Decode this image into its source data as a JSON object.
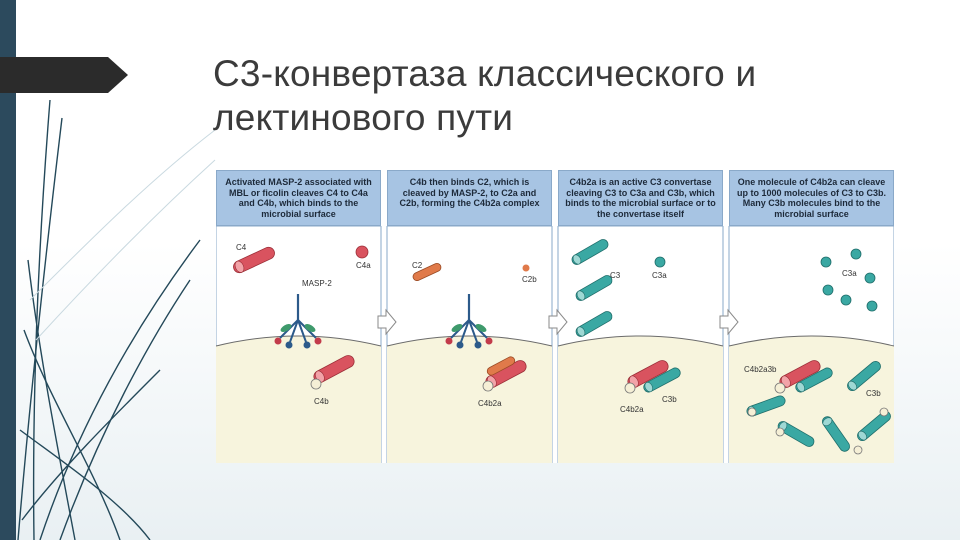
{
  "slide": {
    "title": "С3-конвертаза классического и лектинового пути"
  },
  "figure": {
    "panels": [
      {
        "header": "Activated MASP-2 associated with MBL or ficolin cleaves C4 to C4a and C4b, which binds to the microbial surface",
        "labels": {
          "c4": "C4",
          "c4a": "C4a",
          "masp2": "MASP-2",
          "c4b": "C4b"
        }
      },
      {
        "header": "C4b then binds C2, which is cleaved by MASP-2, to C2a and C2b, forming the C4b2a complex",
        "labels": {
          "c2": "C2",
          "c2b": "C2b",
          "c4b2a": "C4b2a"
        }
      },
      {
        "header": "C4b2a is an active C3 convertase cleaving C3 to C3a and C3b, which binds to the microbial surface or to the convertase itself",
        "labels": {
          "c3": "C3",
          "c3a": "C3a",
          "c3b": "C3b",
          "c4b2a": "C4b2a"
        }
      },
      {
        "header": "One molecule of C4b2a can cleave up to 1000 molecules of C3 to C3b. Many C3b molecules bind to the microbial surface",
        "labels": {
          "c3a": "C3a",
          "c4b2a3b": "C4b2a3b",
          "c3b": "C3b"
        }
      }
    ]
  },
  "colors": {
    "sidebar": "#2c4a5d",
    "panel_header": "#a7c4e3",
    "c4": "#d9535f",
    "c2": "#e07a4a",
    "c3": "#3aa8a3",
    "surface": "#f7f4dd"
  }
}
